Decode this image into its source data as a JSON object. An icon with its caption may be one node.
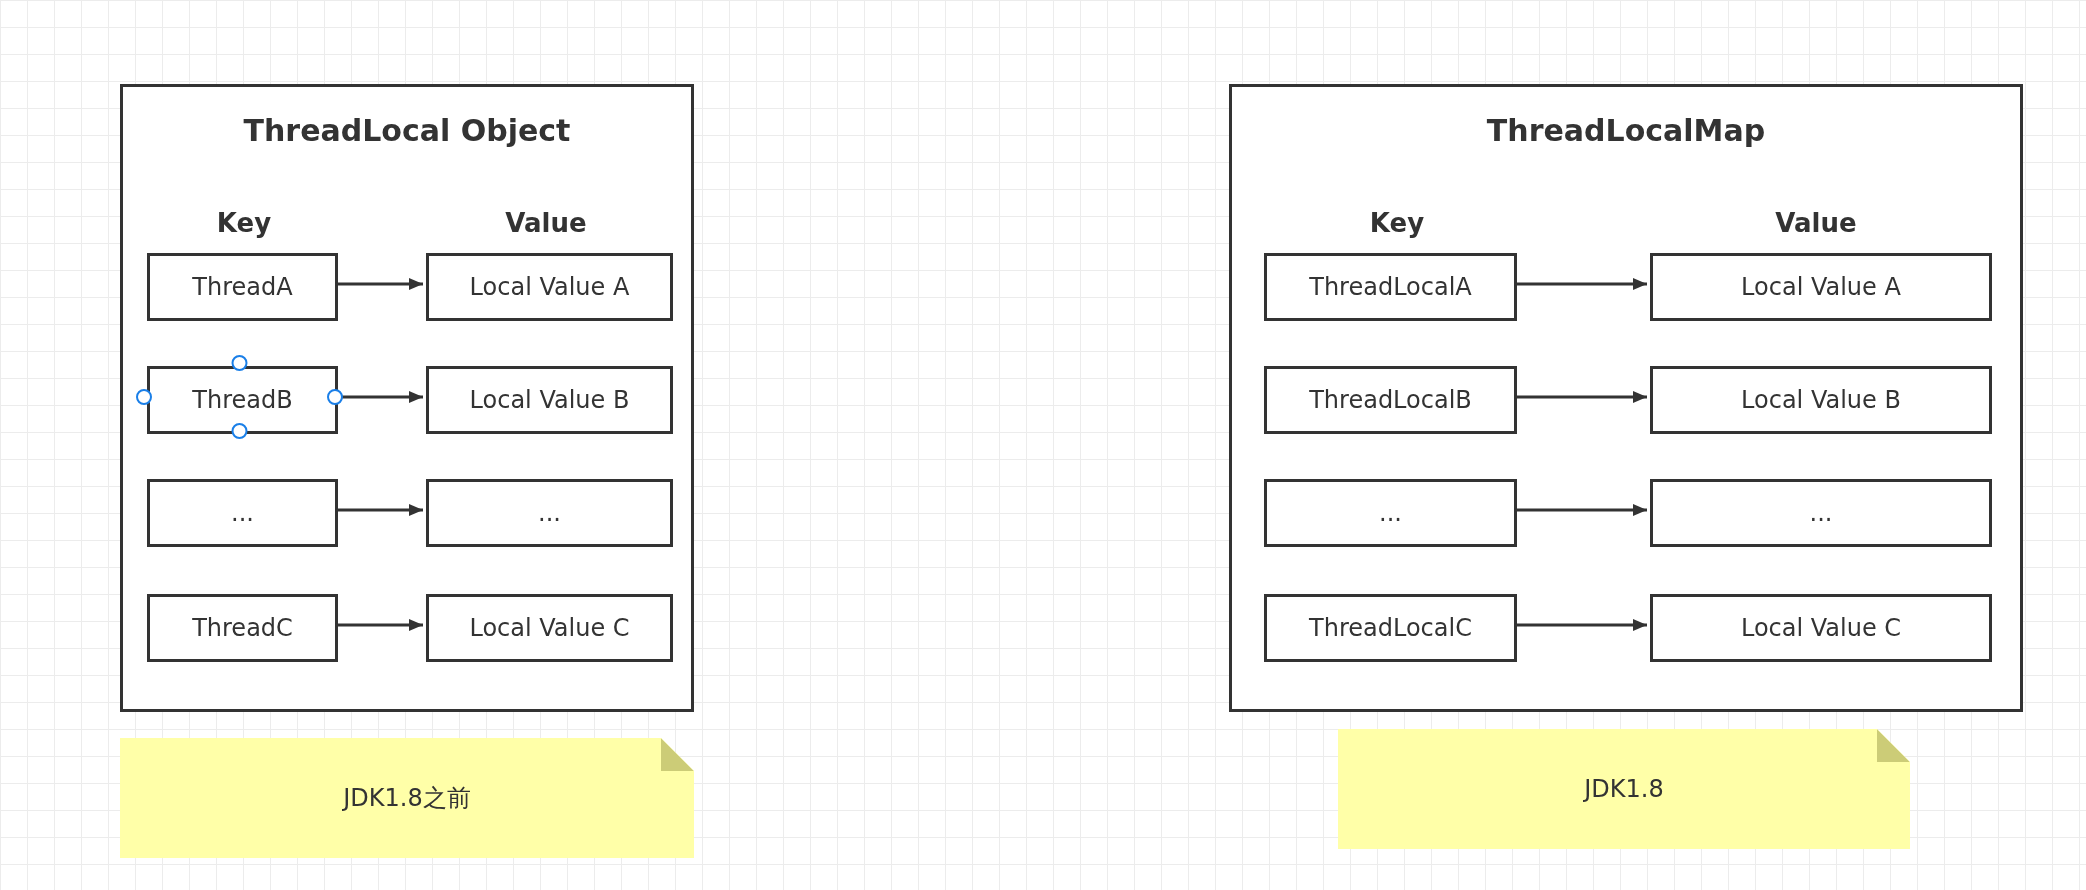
{
  "diagram": {
    "nodes": [
      {
        "text": [
          "ThreadLocal Object",
          "Key",
          "Value"
        ]
      },
      {
        "text": [
          "ThreadA"
        ],
        "in": 0
      },
      {
        "text": [
          "Local Value A"
        ],
        "in": 0
      },
      {
        "text": [
          "ThreadB"
        ],
        "in": 0
      },
      {
        "text": [
          "Local Value B"
        ],
        "in": 0
      },
      {
        "text": [
          "..."
        ],
        "in": 0
      },
      {
        "text": [
          "..."
        ],
        "in": 0
      },
      {
        "text": [
          "ThreadC"
        ],
        "in": 0
      },
      {
        "text": [
          "Local Value C"
        ],
        "in": 0
      },
      {
        "text": [
          "ThreadLocalMap",
          "Key",
          "Value"
        ]
      },
      {
        "text": [
          "ThreadLocalA"
        ],
        "in": 9
      },
      {
        "text": [
          "Local Value A"
        ],
        "in": 9
      },
      {
        "text": [
          "ThreadLocalB"
        ],
        "in": 9
      },
      {
        "text": [
          "Local Value B"
        ],
        "in": 9
      },
      {
        "text": [
          "..."
        ],
        "in": 9
      },
      {
        "text": [
          "..."
        ],
        "in": 9
      },
      {
        "text": [
          "ThreadLocalC"
        ],
        "in": 9
      },
      {
        "text": [
          "Local Value C"
        ],
        "in": 9
      },
      {
        "text": [
          "JDK1.8之前"
        ]
      },
      {
        "text": [
          "JDK1.8"
        ]
      }
    ],
    "edges": [
      {
        "from": 1,
        "to": 2,
        "arrow": "to"
      },
      {
        "from": 3,
        "to": 4,
        "arrow": "to"
      },
      {
        "from": 5,
        "to": 6,
        "arrow": "to"
      },
      {
        "from": 7,
        "to": 8,
        "arrow": "to"
      },
      {
        "from": 10,
        "to": 11,
        "arrow": "to"
      },
      {
        "from": 12,
        "to": 13,
        "arrow": "to"
      },
      {
        "from": 14,
        "to": 15,
        "arrow": "to"
      },
      {
        "from": 16,
        "to": 17,
        "arrow": "to"
      }
    ]
  }
}
